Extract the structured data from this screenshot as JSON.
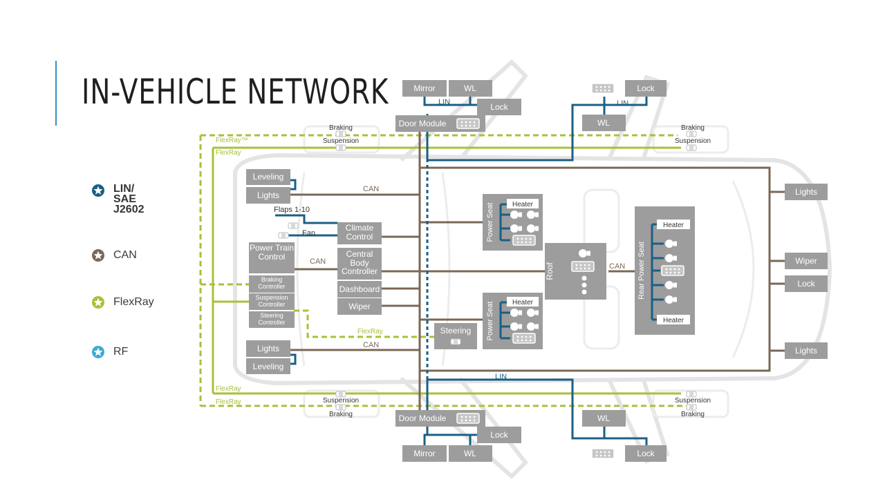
{
  "slide": {
    "title": "IN-VEHICLE NETWORK"
  },
  "legend": [
    {
      "label": "LIN/\nSAE\nJ2602",
      "color": "#1a5f85",
      "icon": "star-in-circle-icon"
    },
    {
      "label": "CAN",
      "color": "#7a6755",
      "icon": "star-in-circle-icon"
    },
    {
      "label": "FlexRay",
      "color": "#a6c13a",
      "icon": "star-in-circle-icon"
    },
    {
      "label": "RF",
      "color": "#3fa9d6",
      "icon": "star-in-circle-icon"
    }
  ],
  "colors": {
    "lin": "#1a5f85",
    "can": "#7a6755",
    "flexray": "#a6c13a",
    "rf": "#1a5f85",
    "module": "#9d9d9d",
    "car_outline": "#e4e4e4"
  },
  "diagram": {
    "bus_labels": {
      "can_left_upper": "CAN",
      "can_powertrain": "CAN",
      "can_left_lower": "CAN",
      "can_roof": "CAN",
      "lin_top": "LIN",
      "lin_top_right": "LIN",
      "lin_bottom": "LIN",
      "flexray_top_1": "FlexRay™",
      "flexray_top_2": "FlexRay",
      "flexray_mid": "FlexRay",
      "flexray_bottom_1": "FlexRay",
      "flexray_bottom_2": "FlexRay"
    },
    "modules": {
      "mirror_top": "Mirror",
      "wl_top_left": "WL",
      "lock_top_left": "Lock",
      "door_module_top": "Door Module",
      "lock_top_right": "Lock",
      "wl_top_right": "WL",
      "leveling_top": "Leveling",
      "lights_left_top": "Lights",
      "climate_control": "Climate Control",
      "power_train_control": "Power Train Control",
      "braking_controller": "Braking Controller",
      "suspension_controller": "Suspension Controller",
      "steering_controller": "Steering Controller",
      "central_body_controller": "Central Body Controller",
      "dashboard": "Dashboard",
      "wiper_center": "Wiper",
      "steering": "Steering",
      "lights_left_bottom": "Lights",
      "leveling_bottom": "Leveling",
      "power_seat_front": "Power Seat",
      "power_seat_rear_left": "Power Seat",
      "heater_1": "Heater",
      "heater_2": "Heater",
      "roof": "Roof",
      "rear_power_seat": "Rear Power Seat",
      "heater_rear_top": "Heater",
      "heater_rear_bottom": "Heater",
      "lights_right_top": "Lights",
      "wiper_right": "Wiper",
      "lock_right": "Lock",
      "lights_right_bottom": "Lights",
      "door_module_bottom": "Door Module",
      "lock_bottom_left": "Lock",
      "mirror_bottom": "Mirror",
      "wl_bottom_left": "WL",
      "wl_bottom_right": "WL",
      "lock_bottom_right": "Lock"
    },
    "sensor_labels": {
      "braking_fl": "Braking",
      "suspension_fl": "Suspension",
      "braking_fr": "Braking",
      "suspension_fr": "Suspension",
      "suspension_rl": "Suspension",
      "braking_rl": "Braking",
      "suspension_rr": "Suspension",
      "braking_rr": "Braking",
      "flaps": "Flaps 1-10",
      "fan": "Fan"
    }
  }
}
